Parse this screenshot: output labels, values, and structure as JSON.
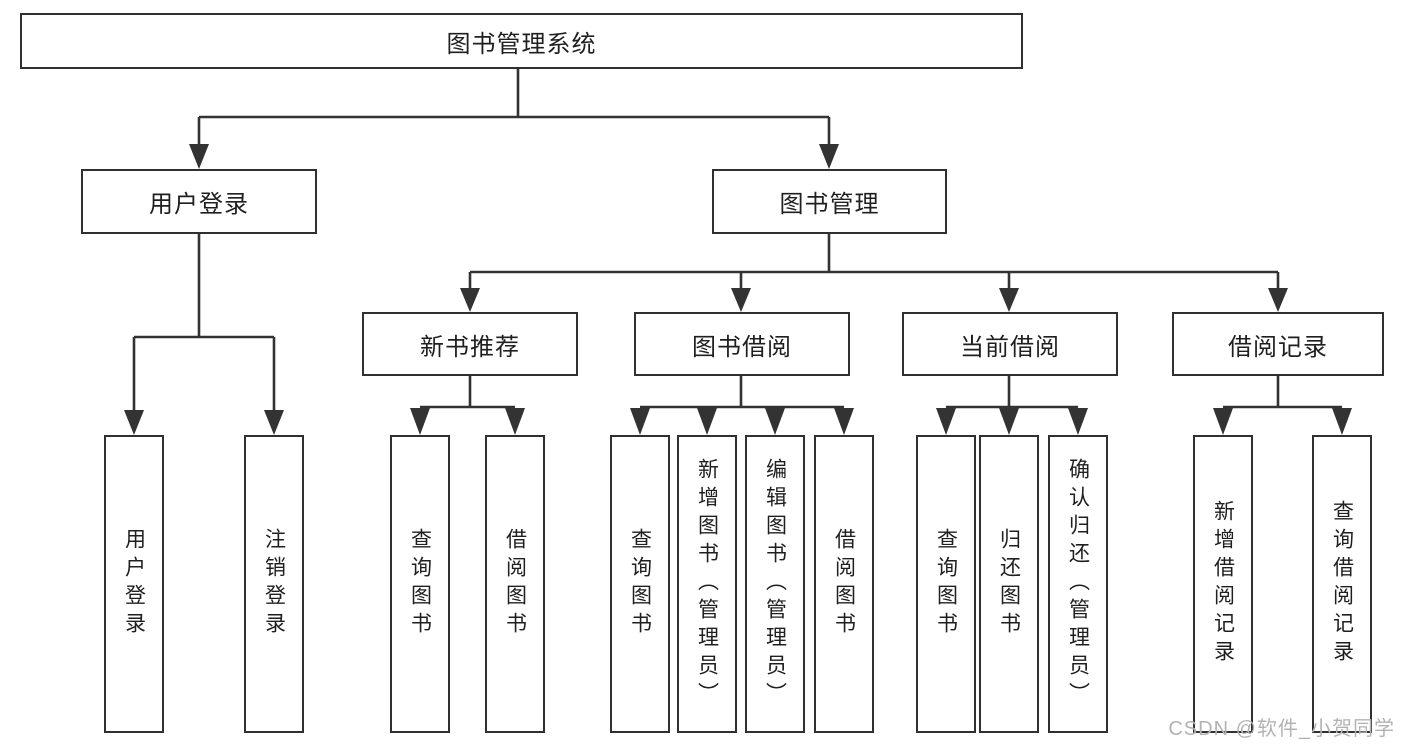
{
  "colors": {
    "line": "#333333",
    "border": "#303030",
    "text": "#1f1f1f",
    "watermark": "#b3b3b3",
    "background": "#ffffff"
  },
  "root": {
    "label": "图书管理系统"
  },
  "level2": {
    "user_login": {
      "label": "用户登录"
    },
    "book_mgmt": {
      "label": "图书管理"
    }
  },
  "level3": {
    "new_books": {
      "label": "新书推荐"
    },
    "borrowing": {
      "label": "图书借阅"
    },
    "current": {
      "label": "当前借阅"
    },
    "records": {
      "label": "借阅记录"
    }
  },
  "leaves": {
    "user_login": {
      "label": "用户登录"
    },
    "logout": {
      "label": "注销登录"
    },
    "nb_query": {
      "label": "查询图书"
    },
    "nb_borrow": {
      "label": "借阅图书"
    },
    "bw_query": {
      "label": "查询图书"
    },
    "bw_add": {
      "label": "新增图书（管理员）"
    },
    "bw_edit": {
      "label": "编辑图书（管理员）"
    },
    "bw_borrow": {
      "label": "借阅图书"
    },
    "cur_query": {
      "label": "查询图书"
    },
    "cur_return": {
      "label": "归还图书"
    },
    "cur_confirm": {
      "label": "确认归还（管理员）"
    },
    "rec_add": {
      "label": "新增借阅记录"
    },
    "rec_query": {
      "label": "查询借阅记录"
    }
  },
  "watermark": {
    "text": "CSDN @软件_小贺同学"
  }
}
